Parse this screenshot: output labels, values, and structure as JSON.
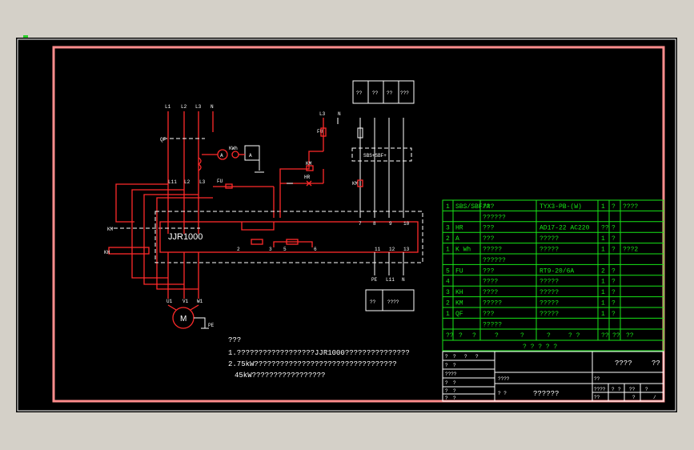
{
  "drawing": {
    "controller_label": "JJR1000",
    "motor_label": "M",
    "top_terminals": [
      "L1",
      "L2",
      "L3",
      "N"
    ],
    "qf_label": "QF",
    "ammeter_symbol": "A",
    "kwh_label": "KWh",
    "breaker_tags": [
      "L11",
      "L2",
      "L3",
      "FU"
    ],
    "contactor_label": "KM",
    "relay_label": "KH",
    "motor_terminals": [
      "U1",
      "V1",
      "W1"
    ],
    "pe_label": "PE",
    "control_labels": {
      "l3": "L3",
      "n": "N",
      "fu": "FU",
      "km": "KM",
      "hr": "HR"
    },
    "sbs_label": "SBS+SBF+",
    "bottom_term_labels": [
      "PE",
      "L11",
      "N"
    ],
    "inner_numbers": [
      "2",
      "3",
      "5",
      "6",
      "7",
      "8",
      "9",
      "10",
      "11",
      "12",
      "13"
    ],
    "title_box_cells": [
      "??",
      "??",
      "??",
      "???"
    ],
    "small_box_cells": [
      "??",
      "????"
    ],
    "notes": [
      "???",
      "1.??????????????????JJR1000???????????????",
      "2.75kW?????????????????????????????????",
      "45kW?????????????????"
    ]
  },
  "bom": {
    "rows": [
      [
        "1",
        "SBS/SBF/A",
        "???",
        "TYX3-PB-(W)",
        "1",
        "?",
        "????"
      ],
      [
        "",
        "",
        "??????",
        "",
        "",
        "",
        ""
      ],
      [
        "3",
        "HR",
        "???",
        "AD17-22 AC220",
        "??",
        "?",
        ""
      ],
      [
        "2",
        "A",
        "???",
        "?????",
        "1",
        "?",
        ""
      ],
      [
        "1",
        "K Wh",
        "?????",
        "?????",
        "1",
        "?",
        "???2"
      ],
      [
        "",
        "",
        "??????",
        "",
        "",
        "",
        ""
      ],
      [
        "5",
        "FU",
        "???",
        "RT9-20/6A",
        "2",
        "?",
        ""
      ],
      [
        "4",
        "",
        "????",
        "?????",
        "1",
        "?",
        ""
      ],
      [
        "3",
        "KH",
        "????",
        "?????",
        "1",
        "?",
        ""
      ],
      [
        "2",
        "KM",
        "?????",
        "?????",
        "1",
        "?",
        ""
      ],
      [
        "1",
        "QF",
        "???",
        "?????",
        "1",
        "?",
        ""
      ],
      [
        "",
        "",
        "?????",
        "",
        "",
        "",
        ""
      ]
    ],
    "header_row": [
      "??",
      "?",
      "?",
      "?",
      "?",
      "?",
      "? ?",
      "??",
      "??",
      "??"
    ],
    "title": "? ? ? ? ?"
  },
  "title_block": {
    "left_cells": [
      [
        "?",
        "?",
        "?",
        "?"
      ],
      [
        "?",
        "?"
      ],
      [
        "????"
      ],
      [
        "?",
        "?"
      ],
      [
        "?",
        "?"
      ],
      [
        "?",
        "?"
      ]
    ],
    "name_a": "????",
    "name_b": "??",
    "label_a": "????",
    "label_b": "??",
    "bottom_mid": "? ?",
    "bottom_right": "??????",
    "small_cells": [
      "????",
      "?",
      "?",
      "??",
      "?",
      "??",
      "?",
      "/"
    ]
  }
}
